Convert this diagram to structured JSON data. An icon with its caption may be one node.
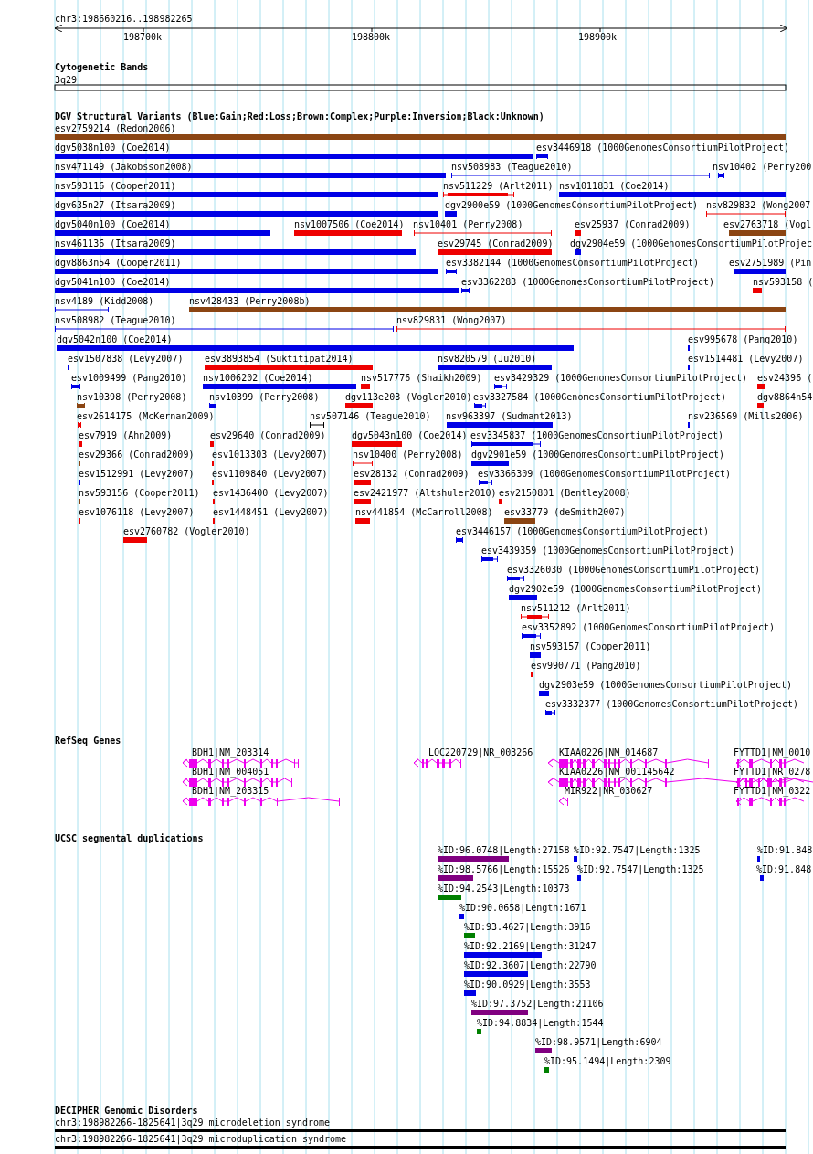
{
  "diagram": {
    "labels": [
      "chr3:198660216..198982265",
      "198700k",
      "198800k",
      "198900k",
      "Cytogenetic Bands",
      "3q29",
      "DGV Structural Variants (Blue:Gain;Red:Loss;Brown:Complex;Purple:Inversion;Black:Unknown)",
      "esv2759214 (Redon2006)",
      "dgv5038n100 (Coe2014)",
      "esv3446918 (1000GenomesConsortiumPilotProject)",
      "nsv471149 (Jakobsson2008)",
      "nsv508983 (Teague2010)",
      "nsv10402 (Perry200",
      "nsv593116 (Cooper2011)",
      "nsv511229 (Arlt2011)",
      "nsv1011831 (Coe2014)",
      "dgv635n27 (Itsara2009)",
      "dgv2900e59 (1000GenomesConsortiumPilotProject)",
      "nsv829832 (Wong2007",
      "dgv5040n100 (Coe2014)",
      "nsv1007506 (Coe2014)",
      "nsv10401 (Perry2008)",
      "esv25937 (Conrad2009)",
      "esv2763718 (Vogl",
      "nsv461136 (Itsara2009)",
      "esv29745 (Conrad2009)",
      "dgv2904e59 (1000GenomesConsortiumPilotProjec",
      "dgv8863n54 (Cooper2011)",
      "esv3382144 (1000GenomesConsortiumPilotProject)",
      "esv2751989 (Pin",
      "dgv5041n100 (Coe2014)",
      "esv3362283 (1000GenomesConsortiumPilotProject)",
      "nsv593158 (",
      "nsv4189 (Kidd2008)",
      "nsv428433 (Perry2008b)",
      "nsv508982 (Teague2010)",
      "nsv829831 (Wong2007)",
      "dgv5042n100 (Coe2014)",
      "esv995678 (Pang2010)",
      "esv1507838 (Levy2007)",
      "esv3893854 (Suktitipat2014)",
      "nsv820579 (Ju2010)",
      "esv1514481 (Levy2007)",
      "esv1009499 (Pang2010)",
      "nsv1006202 (Coe2014)",
      "nsv517776 (Shaikh2009)",
      "esv3429329 (1000GenomesConsortiumPilotProject)",
      "esv24396 (",
      "nsv10398 (Perry2008)",
      "nsv10399 (Perry2008)",
      "dgv113e203 (Vogler2010)",
      "esv3327584 (1000GenomesConsortiumPilotProject)",
      "dgv8864n54",
      "esv2614175 (McKernan2009)",
      "nsv507146 (Teague2010)",
      "nsv963397 (Sudmant2013)",
      "nsv236569 (Mills2006)",
      "esv7919 (Ahn2009)",
      "esv29640 (Conrad2009)",
      "dgv5043n100 (Coe2014)",
      "esv3345837 (1000GenomesConsortiumPilotProject)",
      "esv29366 (Conrad2009)",
      "esv1013303 (Levy2007)",
      "nsv10400 (Perry2008)",
      "dgv2901e59 (1000GenomesConsortiumPilotProject)",
      "esv1512991 (Levy2007)",
      "esv1109840 (Levy2007)",
      "esv28132 (Conrad2009)",
      "esv3366309 (1000GenomesConsortiumPilotProject)",
      "nsv593156 (Cooper2011)",
      "esv1436400 (Levy2007)",
      "esv2421977 (Altshuler2010)",
      "esv2150801 (Bentley2008)",
      "esv1076118 (Levy2007)",
      "esv1448451 (Levy2007)",
      "nsv441854 (McCarroll2008)",
      "esv33779 (deSmith2007)",
      "esv2760782 (Vogler2010)",
      "esv3446157 (1000GenomesConsortiumPilotProject)",
      "esv3439359 (1000GenomesConsortiumPilotProject)",
      "esv3326030 (1000GenomesConsortiumPilotProject)",
      "dgv2902e59 (1000GenomesConsortiumPilotProject)",
      "nsv511212 (Arlt2011)",
      "esv3352892 (1000GenomesConsortiumPilotProject)",
      "nsv593157 (Cooper2011)",
      "esv990771 (Pang2010)",
      "dgv2903e59 (1000GenomesConsortiumPilotProject)",
      "esv3332377 (1000GenomesConsortiumPilotProject)",
      "RefSeq Genes",
      "BDH1|NM_203314",
      "LOC220729|NR_003266",
      "KIAA0226|NM_014687",
      "FYTTD1|NM_0010",
      "BDH1|NM_004051",
      "KIAA0226|NM_001145642",
      "FYTTD1|NR_0278",
      "BDH1|NM_203315",
      "MIR922|NR_030627",
      "FYTTD1|NM_0322",
      "UCSC segmental duplications",
      "%ID:96.0748|Length:27158",
      "%ID:92.7547|Length:1325",
      "%ID:91.848",
      "%ID:98.5766|Length:15526",
      "%ID:92.7547|Length:1325",
      "%ID:91.848",
      "%ID:94.2543|Length:10373",
      "%ID:90.0658|Length:1671",
      "%ID:93.4627|Length:3916",
      "%ID:92.2169|Length:31247",
      "%ID:92.3607|Length:22790",
      "%ID:90.0929|Length:3553",
      "%ID:97.3752|Length:21106",
      "%ID:94.8834|Length:1544",
      "%ID:98.9571|Length:6904",
      "%ID:95.1494|Length:2309",
      "DECIPHER Genomic Disorders",
      "chr3:198982266-1825641|3q29 microdeletion syndrome",
      "chr3:198982266-1825641|3q29 microduplication syndrome"
    ]
  }
}
